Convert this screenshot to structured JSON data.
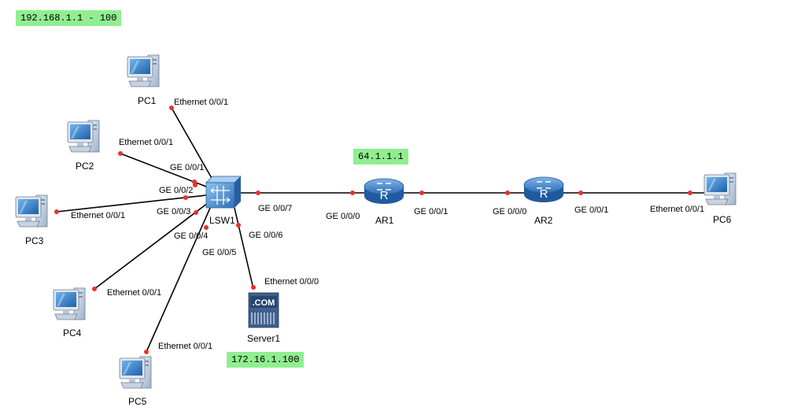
{
  "notes": {
    "lan_range": "192.168.1.1 - 100",
    "public_ip": "64.1.1.1",
    "server_ip": "172.16.1.100"
  },
  "devices": {
    "pc1": "PC1",
    "pc2": "PC2",
    "pc3": "PC3",
    "pc4": "PC4",
    "pc5": "PC5",
    "pc6": "PC6",
    "switch": "LSW1",
    "server": "Server1",
    "server_badge": ".COM",
    "ar1": "AR1",
    "ar2": "AR2"
  },
  "links": {
    "pc1_port": "Ethernet 0/0/1",
    "sw_pc1_port": "GE 0/0/1",
    "pc2_port": "Ethernet 0/0/1",
    "sw_pc2_port": "GE 0/0/2",
    "pc3_port": "Ethernet 0/0/1",
    "sw_pc3_port": "GE 0/0/3",
    "pc4_port": "Ethernet 0/0/1",
    "sw_pc4_port": "GE 0/0/4",
    "pc5_port": "Ethernet 0/0/1",
    "sw_pc5_port": "GE 0/0/5",
    "server_port": "Ethernet 0/0/0",
    "sw_server_port": "GE 0/0/6",
    "sw_ar1_port": "GE 0/0/7",
    "ar1_in_port": "GE 0/0/0",
    "ar1_out_port": "GE 0/0/1",
    "ar2_in_port": "GE 0/0/0",
    "ar2_out_port": "GE 0/0/1",
    "pc6_port": "Ethernet 0/0/1"
  },
  "colors": {
    "link": "#000000",
    "port_dot": "#e8322a",
    "note_bg": "#90ee90",
    "device_blue": "#3a7fc6"
  }
}
